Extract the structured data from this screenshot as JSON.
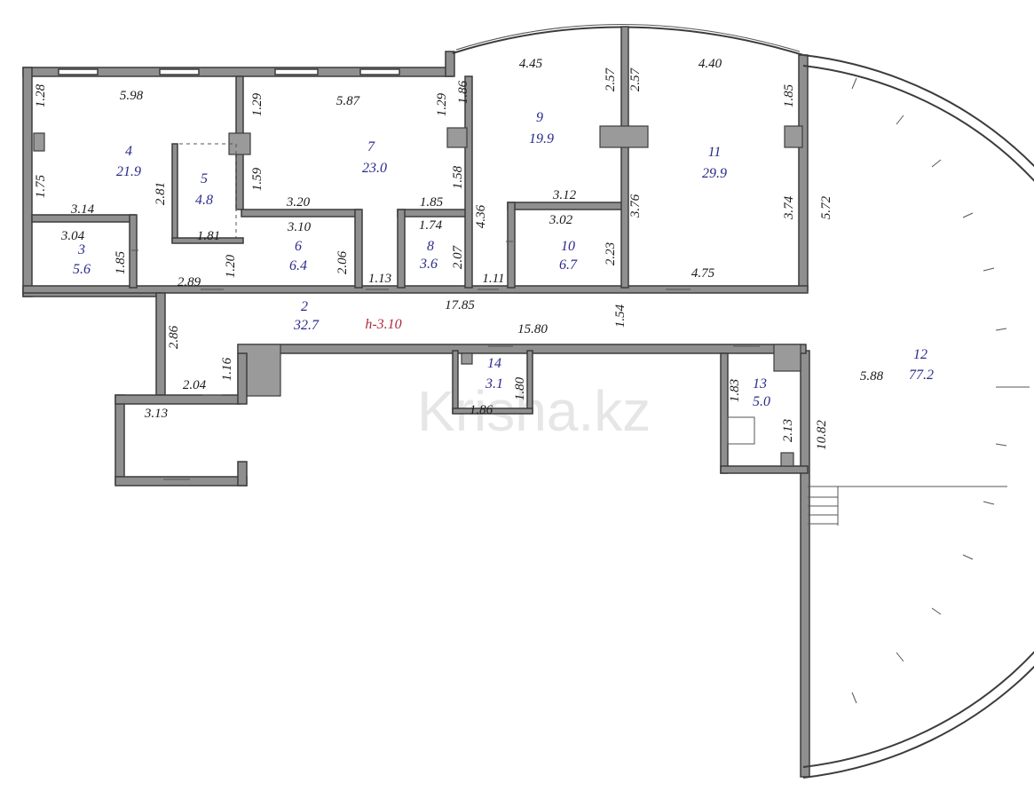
{
  "watermark": "Krisha.kz",
  "ceiling_height": "h-3.10",
  "rooms": [
    {
      "id": "room-2",
      "number": "2",
      "area": "32.7"
    },
    {
      "id": "room-3",
      "number": "3",
      "area": "5.6"
    },
    {
      "id": "room-4",
      "number": "4",
      "area": "21.9"
    },
    {
      "id": "room-5",
      "number": "5",
      "area": "4.8"
    },
    {
      "id": "room-6",
      "number": "6",
      "area": "6.4"
    },
    {
      "id": "room-7",
      "number": "7",
      "area": "23.0"
    },
    {
      "id": "room-8",
      "number": "8",
      "area": "3.6"
    },
    {
      "id": "room-9",
      "number": "9",
      "area": "19.9"
    },
    {
      "id": "room-10",
      "number": "10",
      "area": "6.7"
    },
    {
      "id": "room-11",
      "number": "11",
      "area": "29.9"
    },
    {
      "id": "room-12",
      "number": "12",
      "area": "77.2"
    },
    {
      "id": "room-13",
      "number": "13",
      "area": "5.0"
    },
    {
      "id": "room-14",
      "number": "14",
      "area": "3.1"
    }
  ],
  "dimensions": {
    "d_5_98": "5.98",
    "d_1_28": "1.28",
    "d_1_75": "1.75",
    "d_3_14": "3.14",
    "d_2_81": "2.81",
    "d_1_81": "1.81",
    "d_3_04": "3.04",
    "d_1_85_a": "1.85",
    "d_2_89": "2.89",
    "d_1_20": "1.20",
    "d_1_29_a": "1.29",
    "d_5_87": "5.87",
    "d_1_29_b": "1.29",
    "d_1_59": "1.59",
    "d_3_20": "3.20",
    "d_3_10": "3.10",
    "d_2_06": "2.06",
    "d_1_13": "1.13",
    "d_1_85_b": "1.85",
    "d_1_58": "1.58",
    "d_1_74": "1.74",
    "d_2_07": "2.07",
    "d_1_11": "1.11",
    "d_4_36": "4.36",
    "d_1_86_a": "1.86",
    "d_4_45": "4.45",
    "d_2_57_a": "2.57",
    "d_2_57_b": "2.57",
    "d_4_40": "4.40",
    "d_1_85_c": "1.85",
    "d_3_12": "3.12",
    "d_3_02": "3.02",
    "d_2_23": "2.23",
    "d_3_76": "3.76",
    "d_3_74": "3.74",
    "d_5_72": "5.72",
    "d_4_75": "4.75",
    "d_17_85": "17.85",
    "d_15_80": "15.80",
    "d_1_54": "1.54",
    "d_2_86": "2.86",
    "d_1_16": "1.16",
    "d_2_04": "2.04",
    "d_3_13": "3.13",
    "d_1_80": "1.80",
    "d_1_86_b": "1.86",
    "d_1_83": "1.83",
    "d_2_13": "2.13",
    "d_10_82": "10.82",
    "d_5_88": "5.88"
  }
}
